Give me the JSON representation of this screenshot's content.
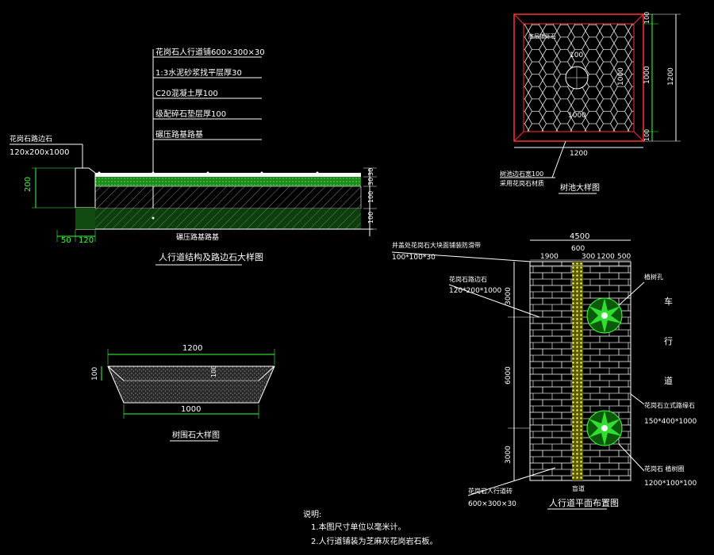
{
  "section": {
    "layers": [
      "花岗石人行道铺600×300×30",
      "1:3水泥砂浆找平层厚30",
      "C20混凝土厚100",
      "级配碎石垫层厚100",
      "碾压路基路基"
    ],
    "curb_label": "花岗石路边石",
    "curb_size": "120x200x1000",
    "dim_200": "200",
    "dim_50": "50",
    "dim_120": "120",
    "dim_right": [
      "30",
      "30",
      "100",
      "100"
    ],
    "ground_label": "碾压路基路基",
    "title": "人行道结构及路边石大样图"
  },
  "pit": {
    "fill_label": "底层铺砾石",
    "dim_100_inner": "100",
    "dim_1000_right": "1000",
    "dim_1000_bottom": "1000",
    "dim_1200_bottom": "1200",
    "dim_1200_right": "1200",
    "dim_100_top": "100",
    "dim_100_bottom": "100",
    "dim_1000_side": "1000",
    "note1": "树池边石宽100",
    "note2": "采用花岗石材质",
    "title": "树池大样图"
  },
  "stone": {
    "dim_top": "1200",
    "dim_bottom": "1000",
    "dim_left": "100",
    "dim_inner": "100",
    "title": "树围石大样图"
  },
  "plan": {
    "dim_total": "4500",
    "dim_600": "600",
    "segments": [
      "1900",
      "300",
      "1200",
      "500"
    ],
    "top_label": "井盖处花岗石大块面铺装防滑带",
    "top_size": "100*100*30",
    "curb_label": "花岗石路边石",
    "curb_size": "120*200*1000",
    "tree_label": "植树孔",
    "road_label": [
      "车",
      "行",
      "道"
    ],
    "right_curb_label": "花岗石立式路缘石",
    "right_curb_size": "150*400*1000",
    "pit_label": "花岗石 植树圈",
    "pit_size": "1200*100*100",
    "dim_left": [
      "3000",
      "6000",
      "3000"
    ],
    "paving_label": "花岗岩人行道砖",
    "paving_size": "600×300×30",
    "blind_label": "盲道",
    "title": "人行道平面布置图"
  },
  "notes": {
    "heading": "说明:",
    "items": [
      "1.本图尺寸单位以毫米计。",
      "2.人行道铺装为芝麻灰花岗岩石板。"
    ]
  },
  "colors": {
    "green": "#3cff3c",
    "red": "#ff3030",
    "yellow": "#ffff66",
    "white": "#ffffff"
  }
}
